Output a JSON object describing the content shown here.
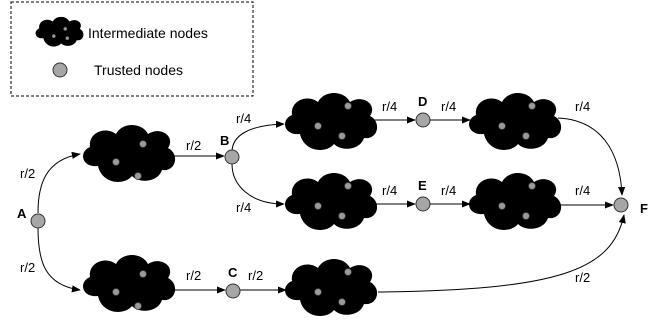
{
  "legend": {
    "intermediate_label": "Intermediate nodes",
    "trusted_label": "Trusted nodes"
  },
  "nodes": {
    "A": "A",
    "B": "B",
    "C": "C",
    "D": "D",
    "E": "E",
    "F": "F"
  },
  "edges": {
    "a_up": "r/2",
    "a_down": "r/2",
    "cloud1_b": "r/2",
    "b_up": "r/4",
    "b_down": "r/4",
    "cloud_bu_d": "r/4",
    "d_cloud": "r/4",
    "cloud_du_f": "r/4",
    "cloud_bd_e": "r/4",
    "e_cloud": "r/4",
    "cloud_ed_f": "r/4",
    "cloud_ad_c": "r/2",
    "c_cloud": "r/2",
    "cloud_c_f": "r/2"
  },
  "colors": {
    "trusted_node_fill": "#a6a6a6",
    "cloud_dot_fill": "#9a9a9a",
    "stroke": "#000000"
  }
}
